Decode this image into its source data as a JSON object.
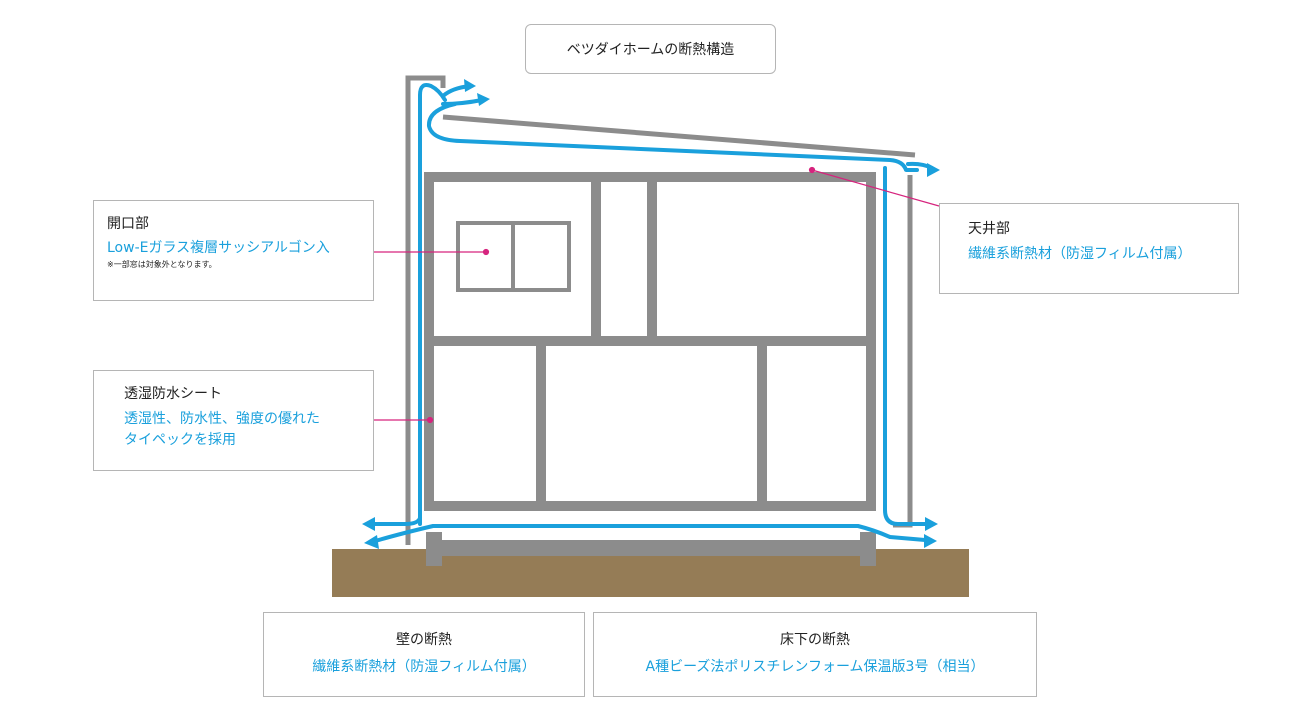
{
  "title": "ベツダイホームの断熱構造",
  "labels": {
    "opening": {
      "heading": "開口部",
      "description": "Low-Eガラス複層サッシアルゴン入",
      "note": "※一部窓は対象外となります。"
    },
    "ceiling": {
      "heading": "天井部",
      "description": "繊維系断熱材（防湿フィルム付属）"
    },
    "sheet": {
      "heading": "透湿防水シート",
      "description_line1": "透湿性、防水性、強度の優れた",
      "description_line2": "タイペックを採用"
    },
    "wall": {
      "heading": "壁の断熱",
      "description": "繊維系断熱材（防湿フィルム付属）"
    },
    "floor": {
      "heading": "床下の断熱",
      "description": "A種ビーズ法ポリスチレンフォーム保温版3号（相当）"
    }
  },
  "colors": {
    "structure": "#8c8c8c",
    "airflow": "#1aa0dc",
    "ground": "#957c56",
    "leader": "#d6247e",
    "accent_text": "#1aa0dc"
  }
}
